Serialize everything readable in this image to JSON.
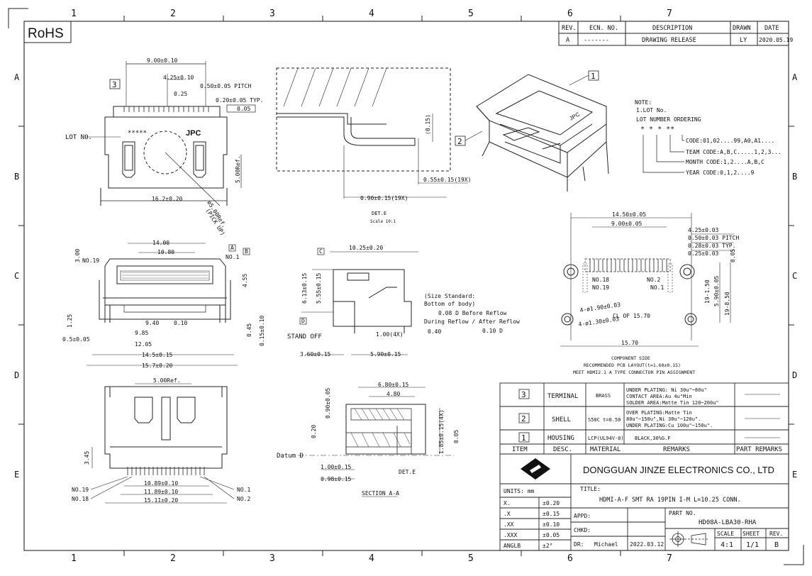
{
  "rohs": "RoHS",
  "zone_numbers": [
    "1",
    "2",
    "3",
    "4",
    "5",
    "6",
    "7"
  ],
  "zone_letters": [
    "A",
    "B",
    "C",
    "D",
    "E"
  ],
  "revision_table": {
    "headers": [
      "REV.",
      "ECN. NO.",
      "DESCRIPTION",
      "DRAWN",
      "DATE"
    ],
    "row": [
      "A",
      "-------",
      "DRAWING RELEASE",
      "LY",
      "2020.05.19"
    ]
  },
  "note": {
    "title": "NOTE:",
    "line1": "1.LOT No.",
    "line2": "LOT NUMBER ORDERING",
    "codes": "*   *   *   **",
    "code_items": [
      "CODE:01,02....99,A0,A1....",
      "TEAM CODE:A,B,C.....1,2,3...",
      "MONTH CODE:1,2....A,B,C",
      "YEAR CODE:0,1,2....9"
    ]
  },
  "top_view": {
    "dims": [
      "9.00±0.10",
      "4.25±0.10",
      "0.25",
      "0.50±0.05 PITCH",
      "0.20±0.05 TYP.",
      "0.05",
      "5.00Ref.",
      "16.2±0.20",
      "ø5.00Ref.",
      "(PICK UP)"
    ],
    "lot_label": "LOT NO.",
    "lot_stars": "*****",
    "brand": "JPC",
    "item3": "3"
  },
  "det_e": {
    "dims": [
      "(0.15)",
      "0.55±0.15(19X)",
      "0.90±0.15(19X)"
    ],
    "title": "DET.E",
    "scale": "Scale 10:1"
  },
  "iso_view": {
    "item1": "1",
    "item2": "2",
    "brand": "JPC"
  },
  "front_view": {
    "dims": [
      "14.00",
      "10.80",
      "3.00",
      "4.55",
      "1.25",
      "9.40",
      "9.85",
      "12.05",
      "14.5±0.15",
      "15.7±0.20",
      "0.5±0.05",
      "0.45",
      "0.15±0.10",
      "0.10",
      "A",
      "B",
      "NO.1",
      "NO.19"
    ]
  },
  "side_view": {
    "dims": [
      "10.25±0.20",
      "6.13±0.15",
      "5.55±0.15",
      "1.00(4X)",
      "0.40",
      "3.60±0.15",
      "5.90±0.15",
      "C",
      "D"
    ],
    "notes": [
      "(Size Standard:",
      "Bottom of body)",
      "0.08 D Before Reflow",
      "During Reflow / After Reflow",
      "0.10 D",
      "STAND OFF"
    ]
  },
  "pcb_layout": {
    "dims": [
      "14.50±0.05",
      "9.00±0.05",
      "4.25±0.03",
      "0.50±0.03 PITCH",
      "0.28±0.03 TYP.",
      "0.25±0.03",
      "0.05",
      "5.90±0.05",
      "19-1.50",
      "19-8.50",
      "4-ø1.90±0.03",
      "4-ø1.30±0.03",
      "CL OF 15.70",
      "15.70",
      "NO.18",
      "NO.19",
      "NO.2",
      "NO.1"
    ],
    "caption": [
      "COMPONENT SIDE",
      "RECOMMENDED PCB LAYOUT(t=1.60±0.15)",
      "MEET HDMI2.1 A TYPE CONNECTOR PIN ASSIGNMENT"
    ]
  },
  "bottom_view": {
    "dims": [
      "5.00Ref.",
      "3.45",
      "10.89±0.10",
      "11.89±0.10",
      "15.11±0.20",
      "NO.19",
      "NO.18",
      "NO.1",
      "NO.2"
    ]
  },
  "section_view": {
    "dims": [
      "6.80±0.15",
      "4.80",
      "0.90±0.05",
      "0.20",
      "1.85±0.15(4X)",
      "0.05",
      "1.00±0.15",
      "0.98±0.15",
      "Datum D"
    ],
    "title": "SECTION A-A",
    "dete": "DET.E"
  },
  "bom": {
    "rows": [
      {
        "item": "3",
        "desc": "TERMINAL",
        "material": "BRASS",
        "remarks": [
          "UNDER PLATING: Ni 30u\"~80u\"",
          "CONTACT AREA:Au 4u\"Min",
          "SOLDER AREA:Matte Tin 120~200u\""
        ]
      },
      {
        "item": "2",
        "desc": "SHELL",
        "material": "S50C t=0.50",
        "remarks": [
          "OVER PLATING:Matte Tin",
          "80u\"~150u\",Ni 30u\"~120u\".",
          "UNDER PLATING:Cu 100u\"~150u\"."
        ]
      },
      {
        "item": "1",
        "desc": "HOUSING",
        "material": "LCP(UL94V-0)",
        "remarks": [
          "BLACK,30%G.F"
        ]
      }
    ],
    "headers": [
      "ITEM",
      "DESC.",
      "MATERIAL",
      "REMARKS",
      "PART REMARKS"
    ]
  },
  "title_block": {
    "company": "DONGGUAN JINZE ELECTRONICS CO., LTD",
    "units": "UNITS:  mm",
    "title_label": "TITLE:",
    "title": "HDMI-A-F SMT RA 19PIN I-M L=10.25 CONN.",
    "tolerances": [
      [
        "X.",
        "±0.20"
      ],
      [
        ".X",
        "±0.15"
      ],
      [
        ".XX",
        "±0.10"
      ],
      [
        ".XXX",
        "±0.05"
      ],
      [
        "ANGLB",
        "±2°"
      ]
    ],
    "appd": "APPD:",
    "chkd": "CHKD:",
    "dr": "DR:",
    "drawer": "Michael",
    "date": "2022.03.12",
    "part_no_label": "PART NO.",
    "part_no": "HD08A-LBA30-RHA",
    "scale_label": "SCALE",
    "sheet_label": "SHEET",
    "rev_label": "REV.",
    "scale": "4:1",
    "sheet": "1/1",
    "rev": "B"
  }
}
